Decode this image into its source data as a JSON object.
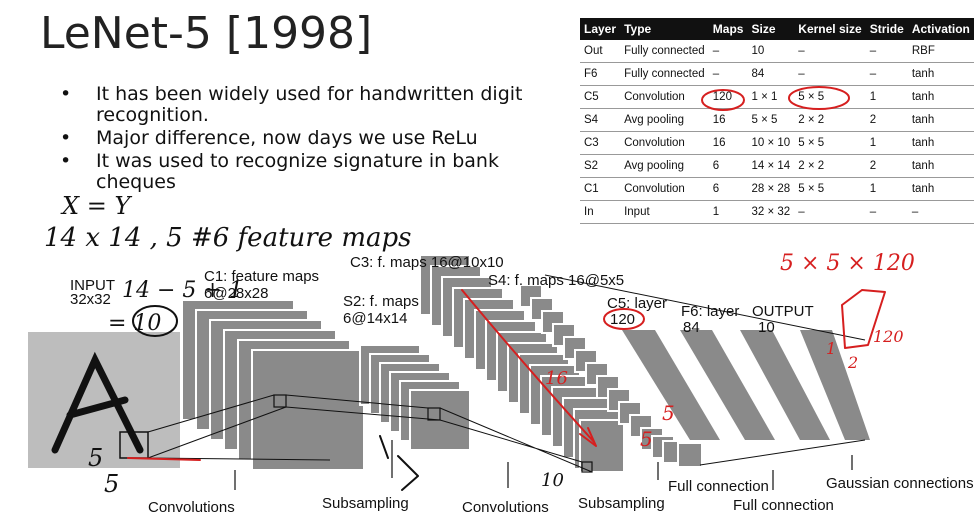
{
  "slide": {
    "title": "LeNet-5 [1998]",
    "bullets": [
      "It has been widely used for handwritten digit recognition.",
      "Major difference, now days we use ReLu",
      "It was used to recognize signature in bank cheques"
    ]
  },
  "table": {
    "headers": [
      "Layer",
      "Type",
      "Maps",
      "Size",
      "Kernel size",
      "Stride",
      "Activation"
    ],
    "rows": [
      [
        "Out",
        "Fully connected",
        "–",
        "10",
        "–",
        "–",
        "RBF"
      ],
      [
        "F6",
        "Fully connected",
        "–",
        "84",
        "–",
        "–",
        "tanh"
      ],
      [
        "C5",
        "Convolution",
        "120",
        "1 × 1",
        "5 × 5",
        "1",
        "tanh"
      ],
      [
        "S4",
        "Avg pooling",
        "16",
        "5 × 5",
        "2 × 2",
        "2",
        "tanh"
      ],
      [
        "C3",
        "Convolution",
        "16",
        "10 × 10",
        "5 × 5",
        "1",
        "tanh"
      ],
      [
        "S2",
        "Avg pooling",
        "6",
        "14 × 14",
        "2 × 2",
        "2",
        "tanh"
      ],
      [
        "C1",
        "Convolution",
        "6",
        "28 × 28",
        "5 × 5",
        "1",
        "tanh"
      ],
      [
        "In",
        "Input",
        "1",
        "32 × 32",
        "–",
        "–",
        "–"
      ]
    ]
  },
  "diagram": {
    "input_label": "INPUT",
    "input_size": "32x32",
    "c1_label": "C1: feature maps",
    "c1_size": "6@28x28",
    "s2_label": "S2: f. maps",
    "s2_size": "6@14x14",
    "c3_label": "C3: f. maps 16@10x10",
    "s4_label": "S4: f. maps 16@5x5",
    "c5_label": "C5: layer",
    "c5_size": "120",
    "f6_label": "F6: layer",
    "f6_size": "84",
    "out_label": "OUTPUT",
    "out_size": "10",
    "stages": [
      "Convolutions",
      "Subsampling",
      "Convolutions",
      "Subsampling",
      "Full connection",
      "Full connection",
      "Gaussian connections"
    ]
  },
  "annotations": {
    "line1": "X = Y",
    "line2": "14 x 14 , 5  #6 feature maps",
    "formula": "14 − 5 + 1",
    "result": "= 10",
    "dims": "5 × 5 × 120",
    "five": "5",
    "sixteen": "16",
    "ten": "10",
    "one": "1",
    "two": "2",
    "onetwenty": "120"
  },
  "colors": {
    "map_gray": "#8a8a8a",
    "input_gray": "#bdbdbd",
    "ink_red": "#d61f1f"
  }
}
